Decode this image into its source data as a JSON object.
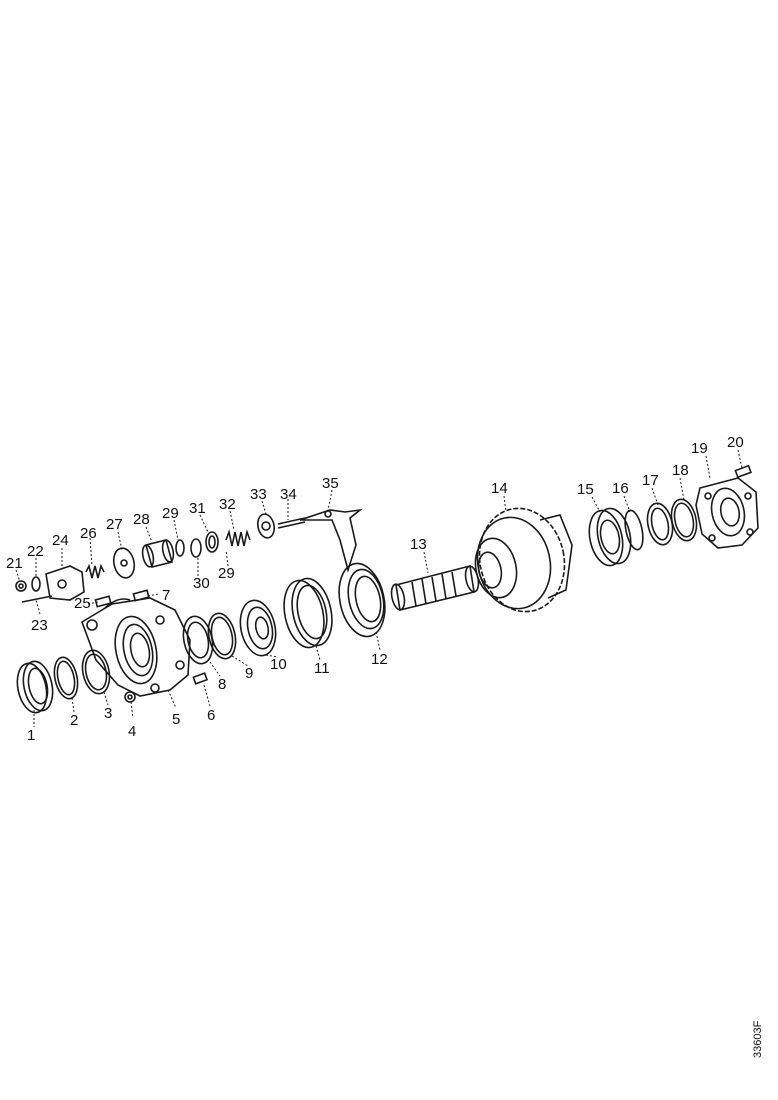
{
  "diagram": {
    "labels": [
      "1",
      "2",
      "3",
      "4",
      "5",
      "6",
      "7",
      "8",
      "9",
      "10",
      "11",
      "12",
      "13",
      "14",
      "15",
      "16",
      "17",
      "18",
      "19",
      "20",
      "21",
      "22",
      "23",
      "24",
      "25",
      "26",
      "27",
      "28",
      "29",
      "30",
      "31",
      "32",
      "33",
      "34",
      "35"
    ],
    "label_29b": "29",
    "drawing_code": "33603F"
  }
}
